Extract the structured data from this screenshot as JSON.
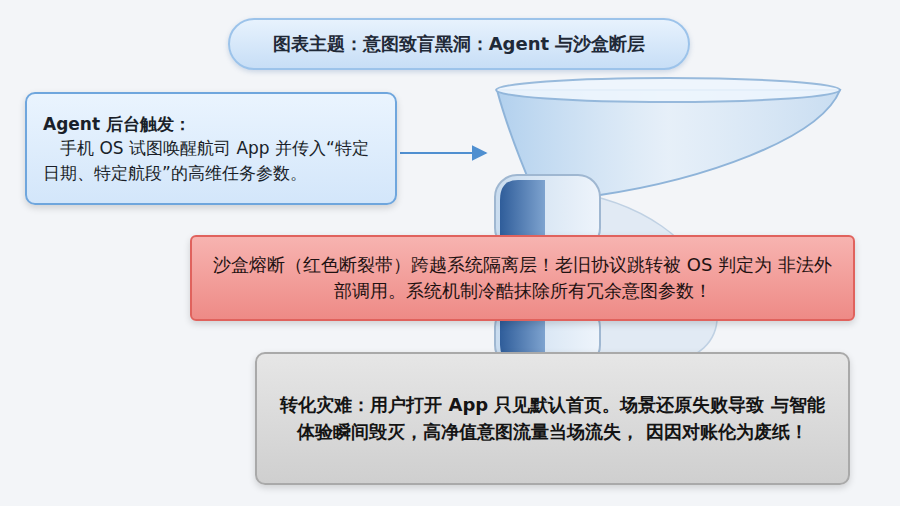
{
  "diagram": {
    "title": "图表主题：意图致盲黑洞：Agent 与沙盒断层",
    "nodes": [
      {
        "text": [
          "Agent 后台触发：",
          "手机 OS 试图唤醒航司 App 并传入“特定日期、特定航段”的高维任务参数。"
        ]
      },
      {
        "text": [
          "沙盒熔断（红色断裂带）跨越系统隔离层！老旧协议跳转被 OS 判定为 非法外部调用。系统机制冷酷抹除所有冗余意图参数！"
        ]
      },
      {
        "text": [
          "转化灾难：用户打开 App 只见默认首页。场景还原失败导致 与智能体验瞬间毁灭，高净值意图流量当场流失， 因因对账伦为废纸！"
        ]
      }
    ]
  }
}
